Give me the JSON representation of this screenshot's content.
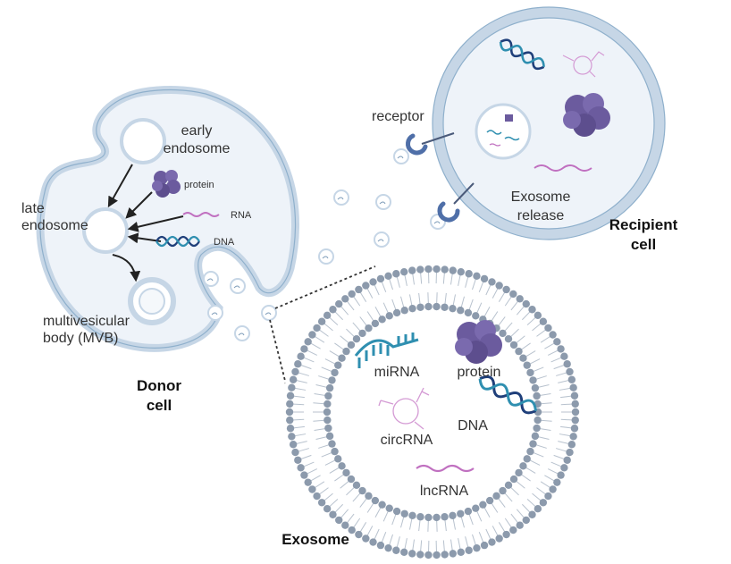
{
  "colors": {
    "membrane": "#c6d6e6",
    "membrane_edge": "#8fb0cc",
    "cytoplasm": "#eef3f9",
    "lipid_head": "#8c9aac",
    "lipid_tail": "#b8c2ce",
    "protein": "#6b5b9e",
    "dna_dark": "#1f3f7a",
    "dna_teal": "#2f8fb0",
    "rna": "#c070c0",
    "receptor": "#4f6fa8",
    "arrow": "#222222"
  },
  "donor": {
    "early_endosome": [
      "early",
      "endosome"
    ],
    "late_endosome": [
      "late",
      "endosome"
    ],
    "mvb": [
      "multivesicular",
      "body  (MVB)"
    ],
    "protein": "protein",
    "rna": "RNA",
    "dna": "DNA",
    "title": [
      "Donor",
      "cell"
    ]
  },
  "recipient": {
    "receptor": "receptor",
    "release": [
      "Exosome",
      "release"
    ],
    "title": [
      "Recipient",
      "cell"
    ]
  },
  "exosome": {
    "title": "Exosome",
    "mirna": "miRNA",
    "protein": "protein",
    "dna": "DNA",
    "circrna": "circRNA",
    "lncrna": "lncRNA"
  }
}
